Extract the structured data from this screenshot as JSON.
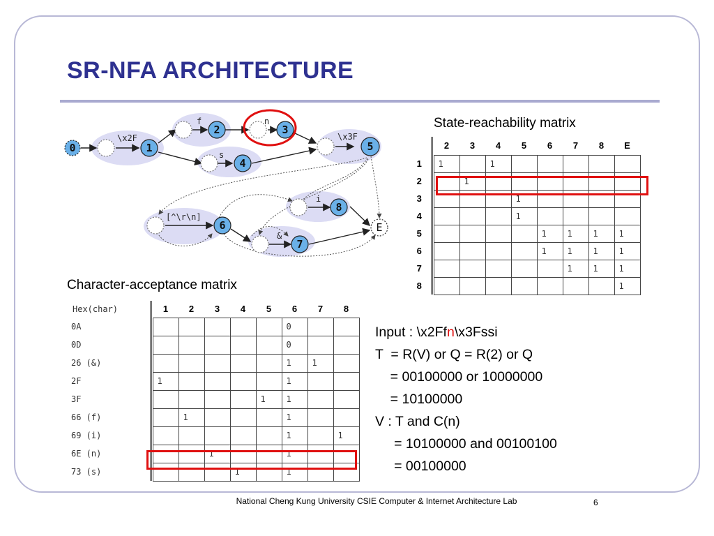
{
  "slide": {
    "title": "SR-NFA ARCHITECTURE",
    "footer": "National Cheng Kung University CSIE Computer & Internet Architecture Lab",
    "page_number": "6"
  },
  "diagram": {
    "nodes": [
      "0",
      "1",
      "2",
      "3",
      "4",
      "5",
      "6",
      "7",
      "8",
      "E"
    ],
    "edge_labels": [
      "\\x2F",
      "f",
      "n",
      "s",
      "\\x3F",
      "[^\\r\\n]",
      "i",
      "&"
    ]
  },
  "srm": {
    "title": "State-reachability matrix",
    "columns": [
      "2",
      "3",
      "4",
      "5",
      "6",
      "7",
      "8",
      "E"
    ],
    "rows": [
      {
        "label": "1",
        "cells": [
          "1",
          "",
          "1",
          "",
          "",
          "",
          "",
          ""
        ]
      },
      {
        "label": "2",
        "cells": [
          "",
          "1",
          "",
          "",
          "",
          "",
          "",
          ""
        ]
      },
      {
        "label": "3",
        "cells": [
          "",
          "",
          "",
          "1",
          "",
          "",
          "",
          ""
        ]
      },
      {
        "label": "4",
        "cells": [
          "",
          "",
          "",
          "1",
          "",
          "",
          "",
          ""
        ]
      },
      {
        "label": "5",
        "cells": [
          "",
          "",
          "",
          "",
          "1",
          "1",
          "1",
          "1"
        ]
      },
      {
        "label": "6",
        "cells": [
          "",
          "",
          "",
          "",
          "1",
          "1",
          "1",
          "1"
        ]
      },
      {
        "label": "7",
        "cells": [
          "",
          "",
          "",
          "",
          "",
          "1",
          "1",
          "1"
        ]
      },
      {
        "label": "8",
        "cells": [
          "",
          "",
          "",
          "",
          "",
          "",
          "",
          "1"
        ]
      }
    ]
  },
  "cam": {
    "title": "Character-acceptance matrix",
    "header": "Hex(char)",
    "columns": [
      "1",
      "2",
      "3",
      "4",
      "5",
      "6",
      "7",
      "8"
    ],
    "rows": [
      {
        "label": "0A",
        "cells": [
          "",
          "",
          "",
          "",
          "",
          "0",
          "",
          ""
        ]
      },
      {
        "label": "0D",
        "cells": [
          "",
          "",
          "",
          "",
          "",
          "0",
          "",
          ""
        ]
      },
      {
        "label": "26 (&)",
        "cells": [
          "",
          "",
          "",
          "",
          "",
          "1",
          "1",
          ""
        ]
      },
      {
        "label": "2F",
        "cells": [
          "1",
          "",
          "",
          "",
          "",
          "1",
          "",
          ""
        ]
      },
      {
        "label": "3F",
        "cells": [
          "",
          "",
          "",
          "",
          "1",
          "1",
          "",
          ""
        ]
      },
      {
        "label": "66 (f)",
        "cells": [
          "",
          "1",
          "",
          "",
          "",
          "1",
          "",
          ""
        ]
      },
      {
        "label": "69 (i)",
        "cells": [
          "",
          "",
          "",
          "",
          "",
          "1",
          "",
          "1"
        ]
      },
      {
        "label": "6E (n)",
        "cells": [
          "",
          "",
          "1",
          "",
          "",
          "1",
          "",
          ""
        ]
      },
      {
        "label": "73 (s)",
        "cells": [
          "",
          "",
          "",
          "1",
          "",
          "1",
          "",
          ""
        ]
      }
    ]
  },
  "calc": {
    "input_prefix": "Input : \\x2Ff",
    "input_highlight": "n",
    "input_suffix": "\\x3Fssi",
    "lines": [
      "T  = R(V) or Q = R(2) or Q",
      "    = 00100000 or 10000000",
      "    = 10100000",
      "V : T and C(n)",
      "     = 10100000 and 00100100",
      "     = 00100000"
    ]
  },
  "colors": {
    "title": "#2e3190",
    "highlight": "#e01010",
    "node_fill": "#6ab0e8",
    "group_fill": "#dcdcf4"
  }
}
